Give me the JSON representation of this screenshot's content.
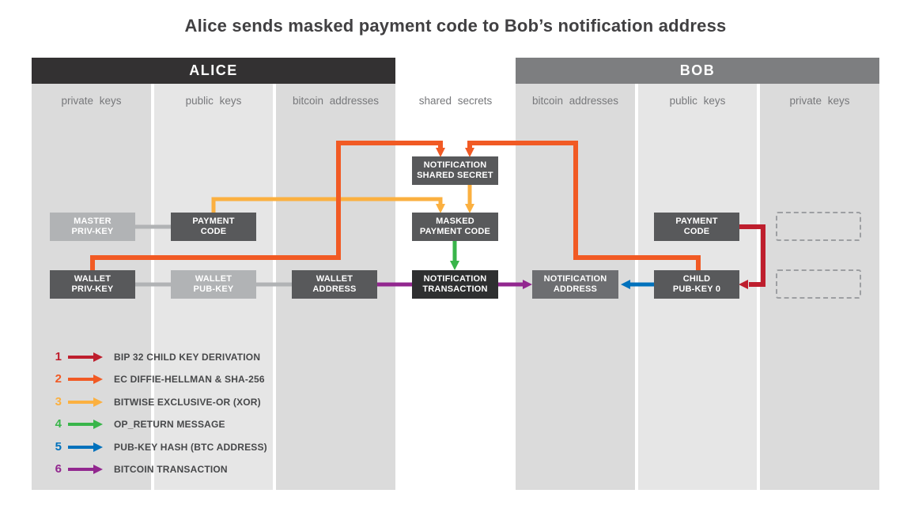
{
  "title": "Alice sends masked payment code to Bob’s notification address",
  "headers": {
    "alice": "ALICE",
    "bob": "BOB"
  },
  "columns": [
    "private keys",
    "public keys",
    "bitcoin addresses",
    "shared secrets",
    "bitcoin addresses",
    "public keys",
    "private keys"
  ],
  "nodes": {
    "master_priv_key": {
      "line1": "MASTER",
      "line2": "PRIV-KEY"
    },
    "payment_code_alice": {
      "line1": "PAYMENT",
      "line2": "CODE"
    },
    "wallet_priv_key": {
      "line1": "WALLET",
      "line2": "PRIV-KEY"
    },
    "wallet_pub_key": {
      "line1": "WALLET",
      "line2": "PUB-KEY"
    },
    "wallet_address": {
      "line1": "WALLET",
      "line2": "ADDRESS"
    },
    "notification_shared_secret": {
      "line1": "NOTIFICATION",
      "line2": "SHARED SECRET"
    },
    "masked_payment_code": {
      "line1": "MASKED",
      "line2": "PAYMENT CODE"
    },
    "notification_transaction": {
      "line1": "NOTIFICATION",
      "line2": "TRANSACTION"
    },
    "notification_address": {
      "line1": "NOTIFICATION",
      "line2": "ADDRESS"
    },
    "payment_code_bob": {
      "line1": "PAYMENT",
      "line2": "CODE"
    },
    "child_pub_key_0": {
      "line1": "CHILD",
      "line2": "PUB-KEY 0"
    }
  },
  "legend": {
    "items": [
      {
        "num": "1",
        "color": "red",
        "label": "BIP 32 CHILD KEY DERIVATION"
      },
      {
        "num": "2",
        "color": "orange",
        "label": "EC DIFFIE-HELLMAN & SHA-256"
      },
      {
        "num": "3",
        "color": "yellow",
        "label": "BITWISE EXCLUSIVE-OR (XOR)"
      },
      {
        "num": "4",
        "color": "green",
        "label": "OP_RETURN MESSAGE"
      },
      {
        "num": "5",
        "color": "blue",
        "label": "PUB-KEY HASH (BTC ADDRESS)"
      },
      {
        "num": "6",
        "color": "purple",
        "label": "BITCOIN TRANSACTION"
      }
    ]
  },
  "colors": {
    "red": "#be1e2d",
    "orange": "#f15a24",
    "yellow": "#fbb040",
    "green": "#39b54a",
    "blue": "#0071bc",
    "purple": "#92278f",
    "alice_bar": "#333132",
    "bob_bar": "#7d7e80",
    "col_outer": "#dbdbdb",
    "col_mid": "#e6e6e6",
    "box_dark": "#58595b",
    "box_light": "#b1b3b5",
    "box_darkest": "#2e2f30",
    "box_medium": "#6d6e71",
    "connector": "#b1b3b5",
    "dashed_border": "#9d9fa2"
  }
}
